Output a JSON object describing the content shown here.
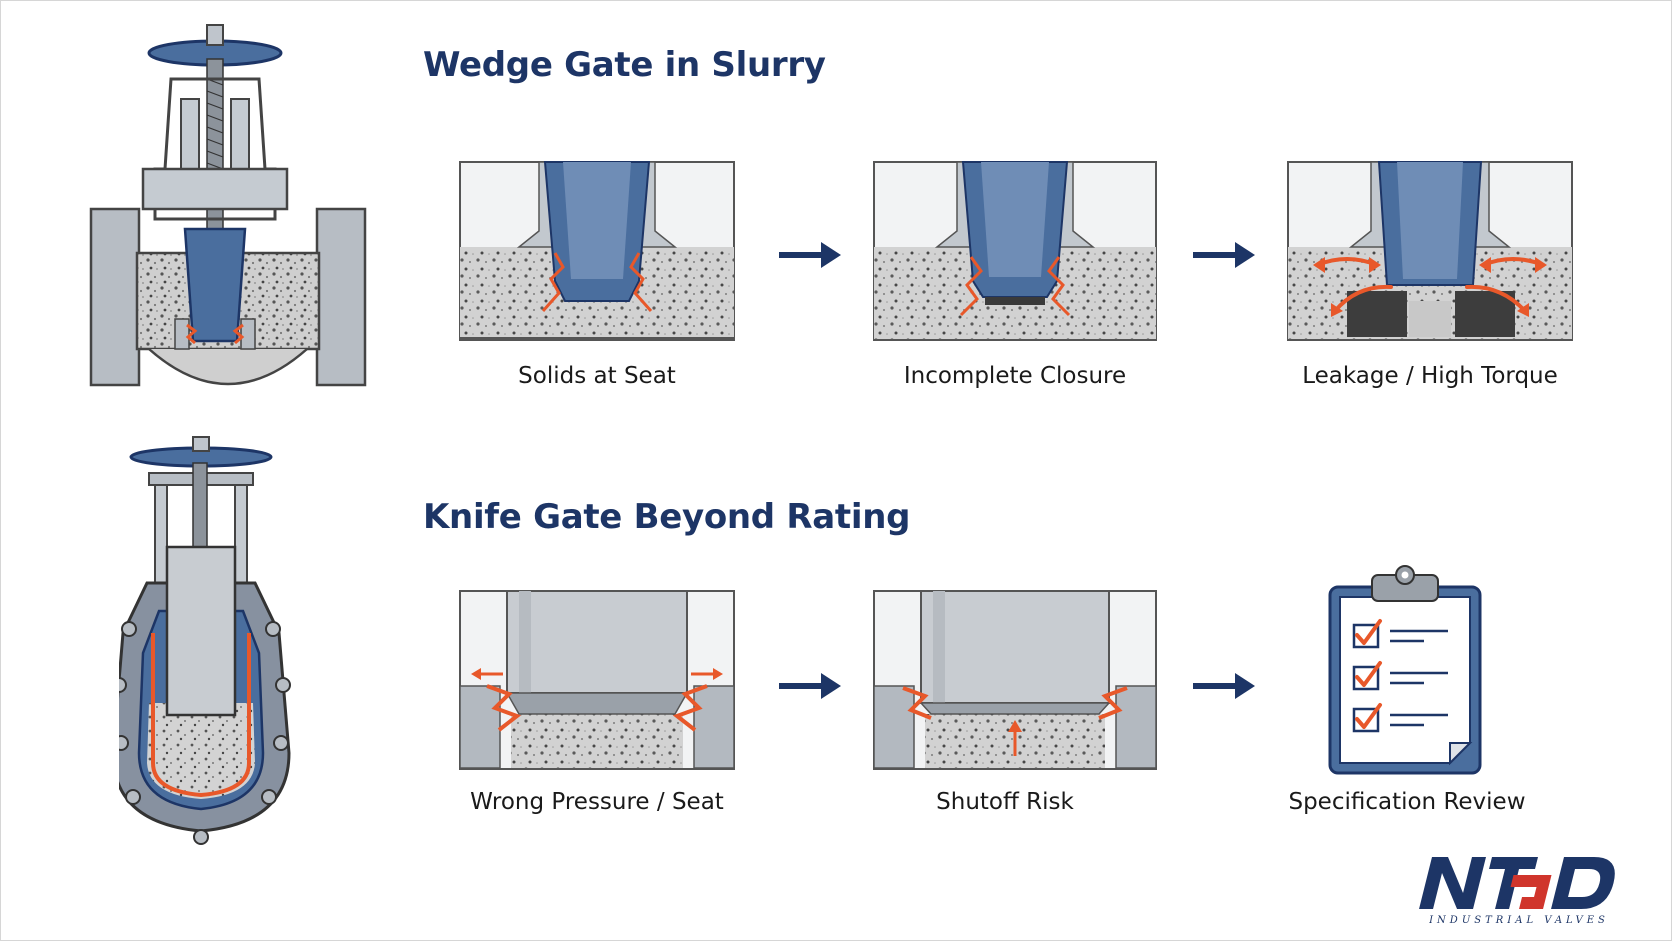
{
  "rows": [
    {
      "title": "Wedge Gate in Slurry",
      "steps": [
        {
          "caption": "Solids at Seat"
        },
        {
          "caption": "Incomplete Closure"
        },
        {
          "caption": "Leakage / High Torque"
        }
      ]
    },
    {
      "title": "Knife Gate Beyond Rating",
      "steps": [
        {
          "caption": "Wrong Pressure / Seat"
        },
        {
          "caption": "Shutoff Risk"
        },
        {
          "caption": "Specification Review"
        }
      ]
    }
  ],
  "logo": {
    "brand": "NTGD",
    "tagline": "INDUSTRIAL VALVES"
  },
  "colors": {
    "navy": "#1d3566",
    "steel_blue": "#4a6e9e",
    "accent_orange": "#e8582a",
    "steel_gray": "#a9b0b8",
    "slurry": "#c9c9c9"
  }
}
